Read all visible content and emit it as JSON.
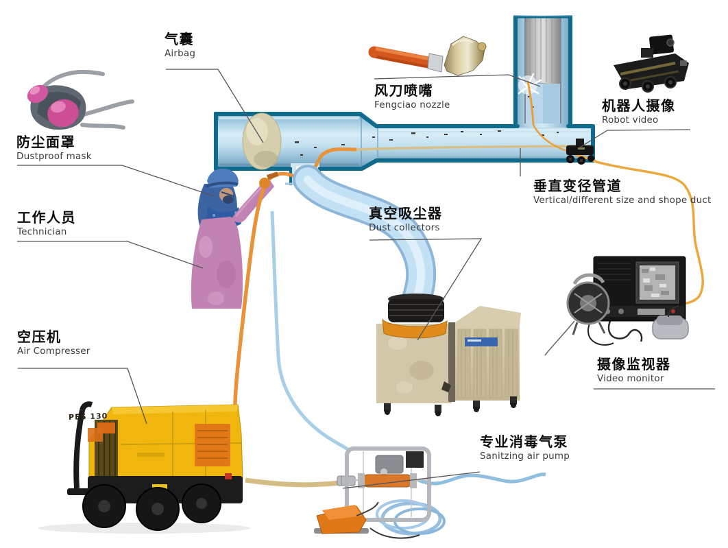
{
  "labels": {
    "airbag": {
      "zh": "气囊",
      "en": "Airbag"
    },
    "air_nozzle": {
      "zh": "风刀喷嘴",
      "en": "Fengciao nozzle"
    },
    "robot_video": {
      "zh": "机器人摄像",
      "en": "Robot video"
    },
    "dustproof_mask": {
      "zh": "防尘面罩",
      "en": "Dustproof mask"
    },
    "vertical_duct": {
      "zh": "垂直变径管道",
      "en": "Vertical/different size and shope duct"
    },
    "technician": {
      "zh": "工作人员",
      "en": "Technician"
    },
    "dust_collector": {
      "zh": "真空吸尘器",
      "en": "Dust collectors"
    },
    "air_compressor": {
      "zh": "空压机",
      "en": "Air Compresser"
    },
    "video_monitor": {
      "zh": "摄像监视器",
      "en": "Video monitor"
    },
    "sanitizing_air_pump": {
      "zh": "专业消毒气泵",
      "en": "Sanitzing air pump"
    }
  },
  "equipment_markings": {
    "compressor_model": "PES 130"
  },
  "colors": {
    "duct_border_teal": "#0e6b8c",
    "duct_fill_blue": "#c2e0ef",
    "air_hose_orange": "#e8923a",
    "flexible_duct_blue": "#bcdcf2",
    "airbag_beige": "#d6cfae",
    "compressor_yellow": "#f0b60e",
    "pedal_orange": "#e07818",
    "technician_suit_pink": "#c083b3",
    "leader_line": "#555555",
    "label_zh_text": "#0d0d0d",
    "label_en_text": "#3c3c3c"
  }
}
